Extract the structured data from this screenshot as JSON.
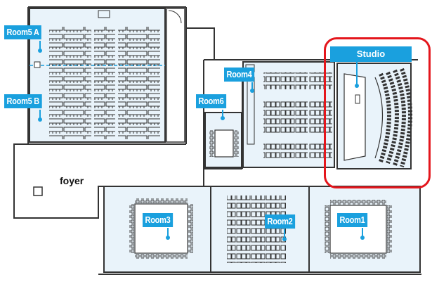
{
  "colors": {
    "wall": "#333333",
    "room_fill": "#e9f3fa",
    "label_bg": "#1aa0de",
    "label_text": "#ffffff",
    "highlight": "#e4161c"
  },
  "labels": {
    "room5a": "Room5 A",
    "room5b": "Room5 B",
    "room4": "Room4",
    "room6": "Room6",
    "studio": "Studio",
    "room3": "Room3",
    "room2": "Room2",
    "room1": "Room1",
    "foyer": "foyer"
  },
  "highlight": {
    "target": "Studio",
    "shape": "rounded-rectangle"
  }
}
